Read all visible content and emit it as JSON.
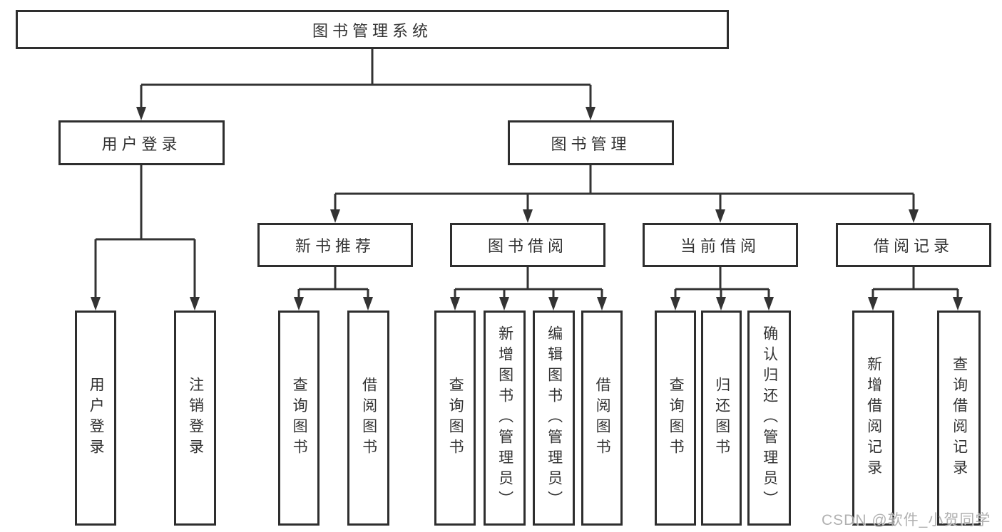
{
  "diagram": {
    "root": {
      "label": "图书管理系统"
    },
    "level2": [
      {
        "id": "user-login",
        "label": "用户登录"
      },
      {
        "id": "book-management",
        "label": "图书管理"
      }
    ],
    "level3": [
      {
        "id": "new-book-recommend",
        "label": "新书推荐"
      },
      {
        "id": "book-borrow",
        "label": "图书借阅"
      },
      {
        "id": "current-borrow",
        "label": "当前借阅"
      },
      {
        "id": "borrow-records",
        "label": "借阅记录"
      }
    ],
    "leaves": {
      "user_login": [
        "用户登录",
        "注销登录"
      ],
      "new_book": [
        "查询图书",
        "借阅图书"
      ],
      "book_borrow": [
        "查询图书",
        "新增图书（管理员）",
        "编辑图书（管理员）",
        "借阅图书"
      ],
      "current_borrow": [
        "查询图书",
        "归还图书",
        "确认归还（管理员）"
      ],
      "borrow_records": [
        "新增借阅记录",
        "查询借阅记录"
      ]
    }
  },
  "watermark": "CSDN @软件_小贺同学",
  "colors": {
    "line": "#333333",
    "box_border": "#2e2e2e",
    "text": "#333333",
    "watermark": "#a9a9a9",
    "background": "#ffffff"
  }
}
